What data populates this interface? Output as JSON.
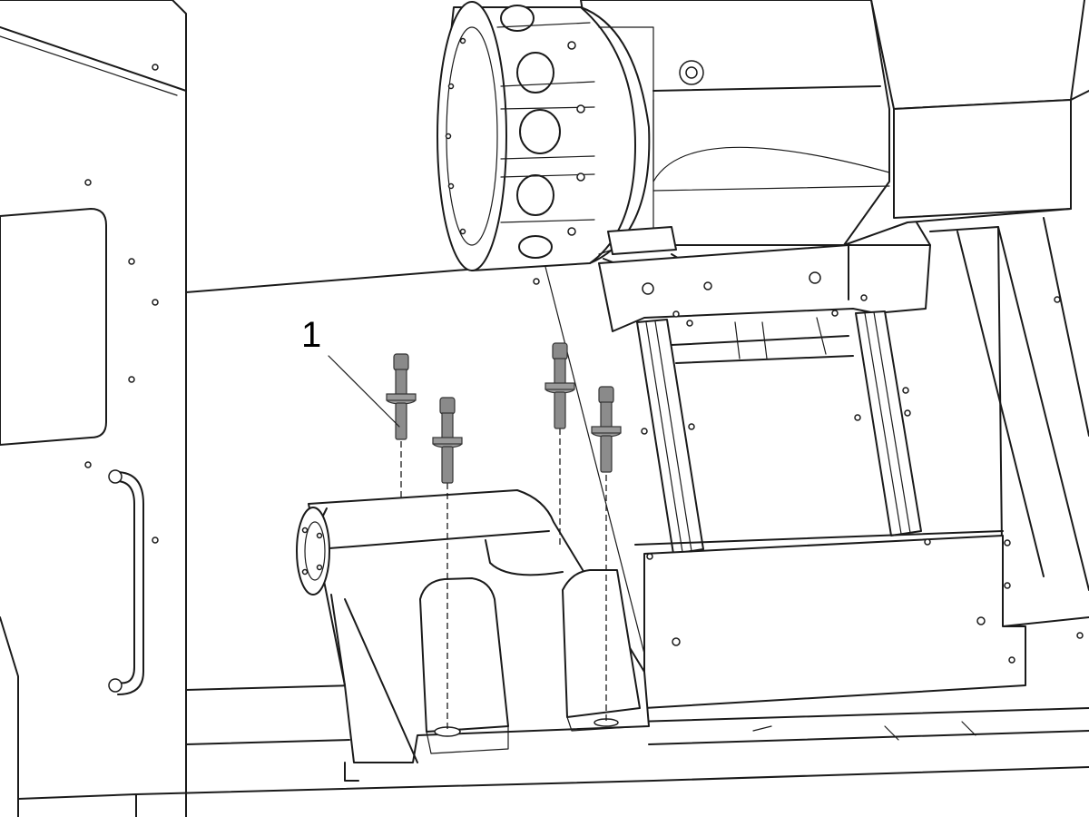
{
  "diagram": {
    "callouts": [
      {
        "label": "1",
        "target": "bolt"
      }
    ],
    "parts": {
      "bolts": 4,
      "components": [
        "machine-enclosure",
        "tool-turret",
        "turret-housing",
        "linear-rails",
        "mounting-bracket",
        "shoulder-bolts"
      ]
    },
    "colors": {
      "line": "#1a1a1a",
      "background": "#ffffff",
      "bolt_fill": "#8c8c8c"
    }
  }
}
